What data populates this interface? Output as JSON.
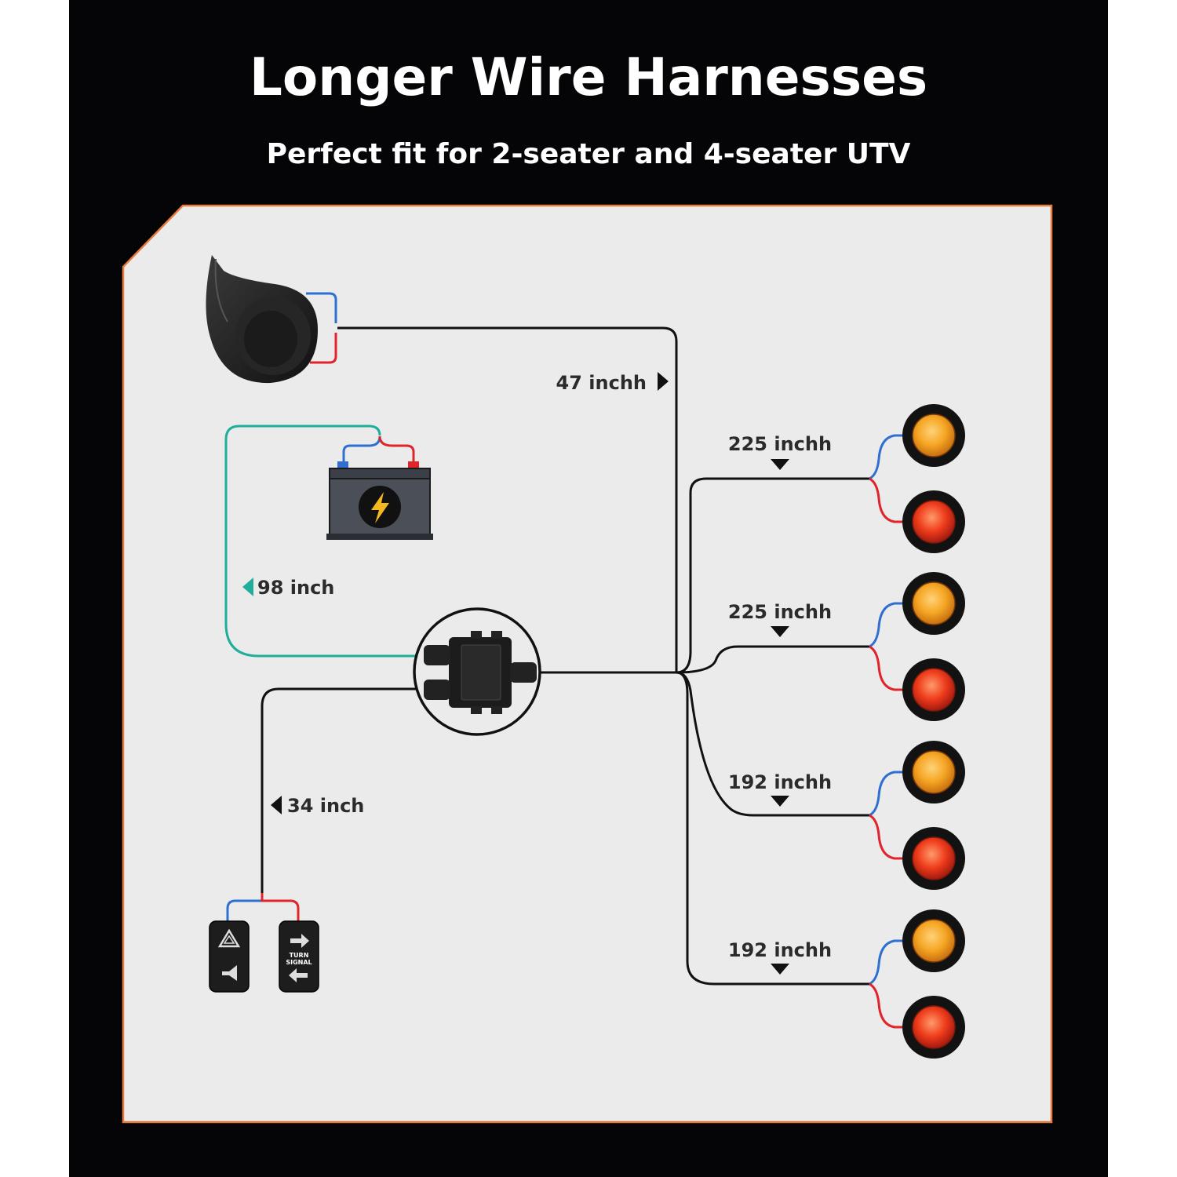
{
  "header": {
    "title": "Longer Wire Harnesses",
    "subtitle": "Perfect fit for 2-seater and 4-seater UTV"
  },
  "labels": {
    "horn_wire": "47 inchh",
    "battery_wire": "98 inch",
    "switch_wire": "34 inch",
    "light_pair_1": "225 inchh",
    "light_pair_2": "225 inchh",
    "light_pair_3": "192 inchh",
    "light_pair_4": "192 inchh"
  },
  "switch_text": {
    "turn": "TURN",
    "signal": "SIGNAL"
  },
  "colors": {
    "background": "#050507",
    "panel": "#ebebeb",
    "panel_border": "#e87a3c",
    "wire_black": "#111111",
    "wire_red": "#e0242c",
    "wire_blue": "#2f6fd0",
    "wire_teal": "#1fae9a",
    "light_amber": "#f2a21c",
    "light_red": "#e8361e"
  },
  "icons": [
    "horn-icon",
    "battery-icon",
    "lightning-bolt-icon",
    "junction-box-icon",
    "hazard-triangle-icon",
    "horn-symbol-icon",
    "turn-arrows-icon",
    "arrow-right-icon",
    "arrow-left-icon",
    "arrow-down-icon"
  ]
}
